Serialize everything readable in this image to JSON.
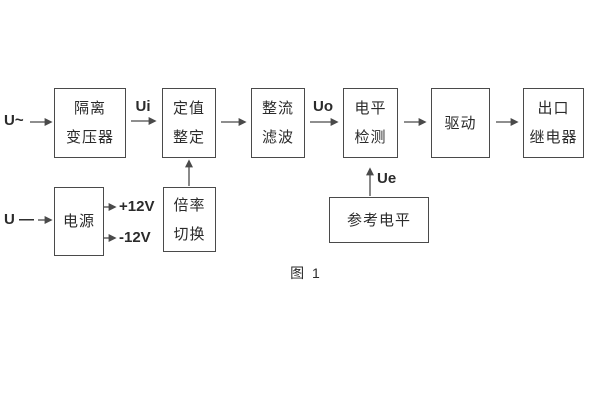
{
  "diagram": {
    "caption": "图 1",
    "blocks": [
      {
        "id": "isolation-transformer",
        "lines": [
          "隔离",
          "变压器"
        ]
      },
      {
        "id": "setting-adjust",
        "lines": [
          "定值",
          "整定"
        ]
      },
      {
        "id": "rectifier-filter",
        "lines": [
          "整流",
          "滤波"
        ]
      },
      {
        "id": "level-detector",
        "lines": [
          "电平",
          "检测"
        ]
      },
      {
        "id": "driver",
        "lines": [
          "驱动"
        ]
      },
      {
        "id": "output-relay",
        "lines": [
          "出口",
          "继电器"
        ]
      },
      {
        "id": "power-supply",
        "lines": [
          "电源"
        ]
      },
      {
        "id": "multiplier-switch",
        "lines": [
          "倍率",
          "切换"
        ]
      },
      {
        "id": "reference-level",
        "lines": [
          "参考电平"
        ]
      }
    ],
    "labels": {
      "input_ac": "U~",
      "input_dc": "U —",
      "ui": "Ui",
      "uo": "Uo",
      "ue": "Ue",
      "plus12v": "+12V",
      "minus12v": "-12V"
    },
    "colors": {
      "line": "#4a4a4a",
      "text": "#2b2b2b",
      "background": "#ffffff"
    }
  }
}
